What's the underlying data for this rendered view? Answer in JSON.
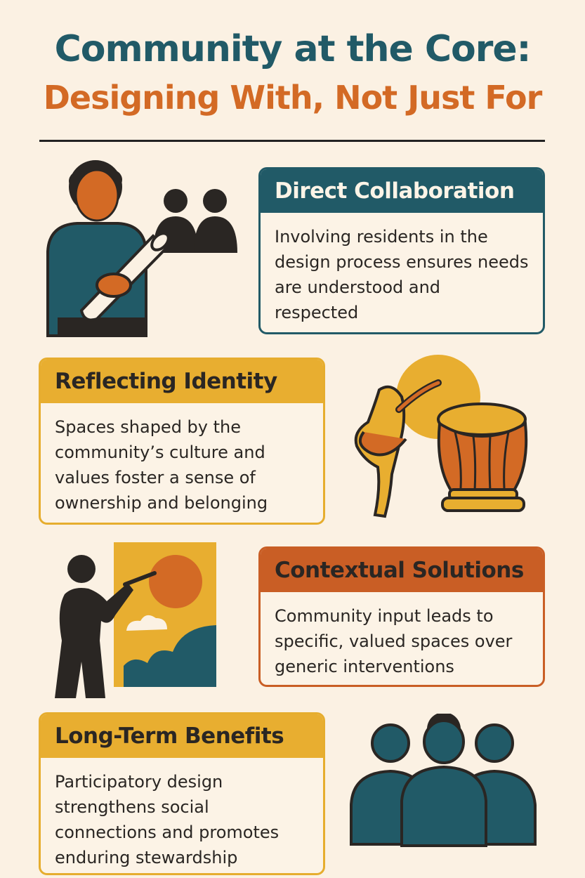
{
  "title": {
    "line1": "Community at the Core:",
    "line2": "Designing With, Not Just For"
  },
  "sections": [
    {
      "heading": "Direct Collaboration",
      "body": "Involving residents in the design process ensures needs are understood and respected",
      "illustration": "person-holding-plans-icon"
    },
    {
      "heading": "Reflecting Identity",
      "body": "Spaces shaped by the community’s culture and values foster a sense of ownership and belonging",
      "illustration": "dancer-and-drum-icon"
    },
    {
      "heading": "Contextual Solutions",
      "body": "Community input leads to specific, valued spaces over generic interventions",
      "illustration": "person-painting-mural-icon"
    },
    {
      "heading": "Long-Term Benefits",
      "body": "Participatory design strengthens social connections and promotes enduring stewardship",
      "illustration": "group-of-people-icon"
    }
  ],
  "colors": {
    "background": "#fbf1e3",
    "teal": "#215a67",
    "orange": "#d36a25",
    "gold": "#e8ae30",
    "dark": "#2a2623"
  }
}
